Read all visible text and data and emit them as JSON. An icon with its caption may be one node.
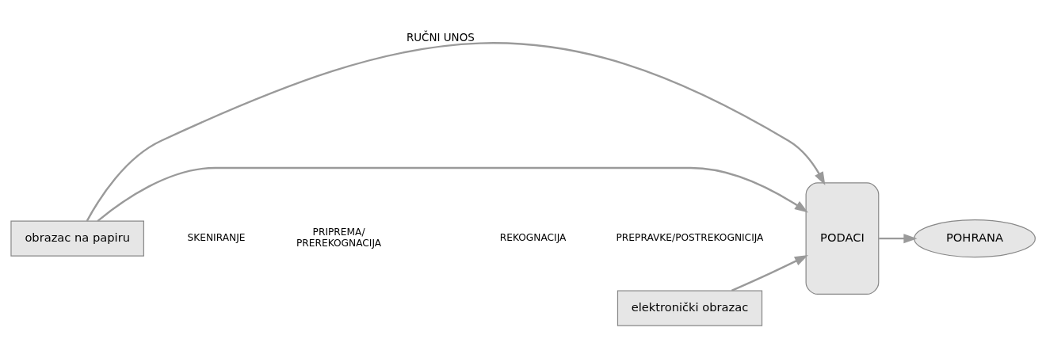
{
  "diagram": {
    "nodes": [
      {
        "text": [
          "obrazac na papiru"
        ]
      },
      {
        "text": [
          "elektronički obrazac"
        ]
      },
      {
        "text": [
          "PODACI"
        ]
      },
      {
        "text": [
          "POHRANA"
        ]
      }
    ],
    "edges": [
      {
        "from": 0,
        "to": 2,
        "arrow": "to",
        "label": "RUČNI UNOS"
      },
      {
        "from": 0,
        "to": 2,
        "arrow": "to"
      },
      {
        "from": 1,
        "to": 2,
        "arrow": "to"
      },
      {
        "from": 2,
        "to": 3,
        "arrow": "to"
      }
    ],
    "labels": [
      "SKENIRANJE",
      "PRIPREMA/ PREREKOGNACIJA",
      "REKOGNACIJA",
      "PREPRAVKE/POSTREKOGNICIJA"
    ]
  }
}
